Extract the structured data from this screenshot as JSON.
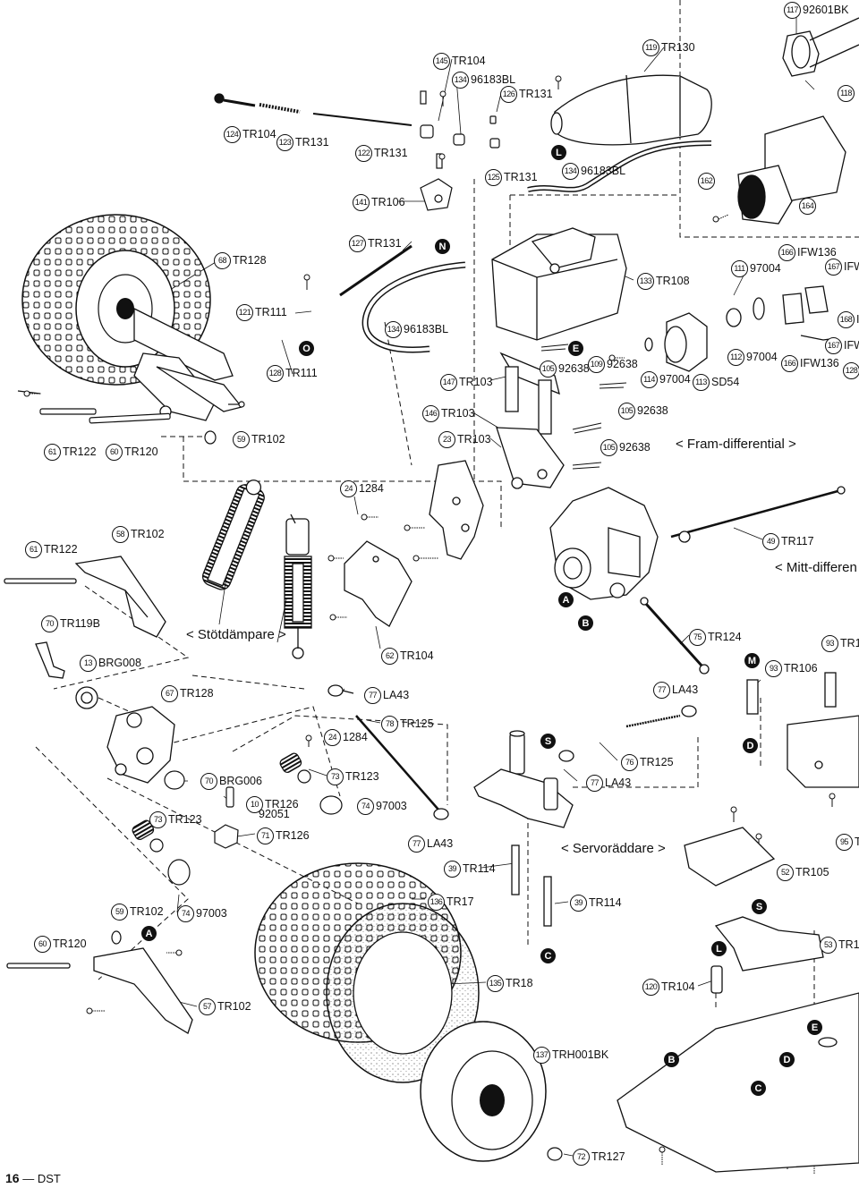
{
  "callouts": [
    {
      "id": "c117",
      "num": "117",
      "code": "92601BK"
    },
    {
      "id": "c118",
      "num": "118",
      "code": ""
    },
    {
      "id": "c119",
      "num": "119",
      "code": "TR130"
    },
    {
      "id": "c145",
      "num": "145",
      "code": "TR104"
    },
    {
      "id": "c134a",
      "num": "134",
      "code": "96183BL"
    },
    {
      "id": "c126",
      "num": "126",
      "code": "TR131"
    },
    {
      "id": "c124",
      "num": "124",
      "code": "TR104"
    },
    {
      "id": "c123",
      "num": "123",
      "code": "TR131"
    },
    {
      "id": "c122",
      "num": "122",
      "code": "TR131"
    },
    {
      "id": "c125",
      "num": "125",
      "code": "TR131"
    },
    {
      "id": "c134b",
      "num": "134",
      "code": "96183BL"
    },
    {
      "id": "c162",
      "num": "162",
      "code": ""
    },
    {
      "id": "c164",
      "num": "164",
      "code": ""
    },
    {
      "id": "c141",
      "num": "141",
      "code": "TR106"
    },
    {
      "id": "c127",
      "num": "127",
      "code": "TR131"
    },
    {
      "id": "c68",
      "num": "68",
      "code": "TR128"
    },
    {
      "id": "c166a",
      "num": "166",
      "code": "IFW136"
    },
    {
      "id": "c167a",
      "num": "167",
      "code": "IFW"
    },
    {
      "id": "c111",
      "num": "111",
      "code": "97004"
    },
    {
      "id": "c133",
      "num": "133",
      "code": "TR108"
    },
    {
      "id": "c121",
      "num": "121",
      "code": "TR111"
    },
    {
      "id": "c134c",
      "num": "134",
      "code": "96183BL"
    },
    {
      "id": "c168",
      "num": "168",
      "code": "I"
    },
    {
      "id": "c167b",
      "num": "167",
      "code": "IFW"
    },
    {
      "id": "c112",
      "num": "112",
      "code": "97004"
    },
    {
      "id": "c166b",
      "num": "166",
      "code": "IFW136"
    },
    {
      "id": "c128b",
      "num": "128",
      "code": ""
    },
    {
      "id": "c128",
      "num": "128",
      "code": "TR111"
    },
    {
      "id": "c147",
      "num": "147",
      "code": "TR103"
    },
    {
      "id": "c109a",
      "num": "105",
      "code": "92638"
    },
    {
      "id": "c109b",
      "num": "109",
      "code": "92638"
    },
    {
      "id": "c114",
      "num": "114",
      "code": "97004"
    },
    {
      "id": "c113",
      "num": "113",
      "code": "SD54"
    },
    {
      "id": "c146",
      "num": "146",
      "code": "TR103"
    },
    {
      "id": "c105a",
      "num": "105",
      "code": "92638"
    },
    {
      "id": "c61a",
      "num": "61",
      "code": "TR122"
    },
    {
      "id": "c60a",
      "num": "60",
      "code": "TR120"
    },
    {
      "id": "c59a",
      "num": "59",
      "code": "TR102"
    },
    {
      "id": "c23",
      "num": "23",
      "code": "TR103"
    },
    {
      "id": "c105b",
      "num": "105",
      "code": "92638"
    },
    {
      "id": "c24a",
      "num": "24",
      "code": "1284"
    },
    {
      "id": "c61b",
      "num": "61",
      "code": "TR122"
    },
    {
      "id": "c58",
      "num": "58",
      "code": "TR102"
    },
    {
      "id": "c49",
      "num": "49",
      "code": "TR117"
    },
    {
      "id": "c70a",
      "num": "70",
      "code": "TR119B"
    },
    {
      "id": "c75",
      "num": "75",
      "code": "TR124"
    },
    {
      "id": "c93a",
      "num": "93",
      "code": "TR1"
    },
    {
      "id": "c62",
      "num": "62",
      "code": "TR104"
    },
    {
      "id": "c93b",
      "num": "93",
      "code": "TR106"
    },
    {
      "id": "c13",
      "num": "13",
      "code": "BRG008"
    },
    {
      "id": "c67",
      "num": "67",
      "code": "TR128"
    },
    {
      "id": "c77a",
      "num": "77",
      "code": "LA43"
    },
    {
      "id": "c77b",
      "num": "77",
      "code": "LA43"
    },
    {
      "id": "c78",
      "num": "78",
      "code": "TR125"
    },
    {
      "id": "c24b",
      "num": "24",
      "code": "1284"
    },
    {
      "id": "c76",
      "num": "76",
      "code": "TR125"
    },
    {
      "id": "c73a",
      "num": "73",
      "code": "TR123"
    },
    {
      "id": "c70b",
      "num": "70",
      "code": "BRG006"
    },
    {
      "id": "c77c",
      "num": "77",
      "code": "LA43"
    },
    {
      "id": "c10",
      "num": "10",
      "code": "TR126"
    },
    {
      "id": "c74a",
      "num": "74",
      "code": "97003"
    },
    {
      "id": "c73b",
      "num": "73",
      "code": "TR123"
    },
    {
      "id": "c71",
      "num": "71",
      "code": "TR126"
    },
    {
      "id": "c95",
      "num": "95",
      "code": "T"
    },
    {
      "id": "c77d",
      "num": "77",
      "code": "LA43"
    },
    {
      "id": "c39a",
      "num": "39",
      "code": "TR114"
    },
    {
      "id": "c52",
      "num": "52",
      "code": "TR105"
    },
    {
      "id": "c136",
      "num": "136",
      "code": "TR17"
    },
    {
      "id": "c39b",
      "num": "39",
      "code": "TR114"
    },
    {
      "id": "c59b",
      "num": "59",
      "code": "TR102"
    },
    {
      "id": "c74b",
      "num": "74",
      "code": "97003"
    },
    {
      "id": "c53",
      "num": "53",
      "code": "TR10"
    },
    {
      "id": "c60b",
      "num": "60",
      "code": "TR120"
    },
    {
      "id": "c135",
      "num": "135",
      "code": "TR18"
    },
    {
      "id": "c120",
      "num": "120",
      "code": "TR104"
    },
    {
      "id": "c57",
      "num": "57",
      "code": "TR102"
    },
    {
      "id": "c137",
      "num": "137",
      "code": "TRH001BK"
    },
    {
      "id": "c72",
      "num": "72",
      "code": "TR127"
    }
  ],
  "extra_text": {
    "code_92051": "92051"
  },
  "letters": [
    {
      "id": "L1",
      "text": "L"
    },
    {
      "id": "N",
      "text": "N"
    },
    {
      "id": "O",
      "text": "O"
    },
    {
      "id": "E1",
      "text": "E"
    },
    {
      "id": "A1",
      "text": "A"
    },
    {
      "id": "B1",
      "text": "B"
    },
    {
      "id": "M",
      "text": "M"
    },
    {
      "id": "D1",
      "text": "D"
    },
    {
      "id": "S1",
      "text": "S"
    },
    {
      "id": "S2",
      "text": "S"
    },
    {
      "id": "A2",
      "text": "A"
    },
    {
      "id": "C1",
      "text": "C"
    },
    {
      "id": "L2",
      "text": "L"
    },
    {
      "id": "E2",
      "text": "E"
    },
    {
      "id": "B2",
      "text": "B"
    },
    {
      "id": "D2",
      "text": "D"
    },
    {
      "id": "C2",
      "text": "C"
    }
  ],
  "section_titles": {
    "fram_diff": "< Fram-differential >",
    "mitt_diff": "< Mitt-differen",
    "stotdampare": "< Stötdämpare >",
    "servoraddare": "< Servoräddare >"
  },
  "footer": {
    "page": "16",
    "dash": "—",
    "model": "DST"
  }
}
